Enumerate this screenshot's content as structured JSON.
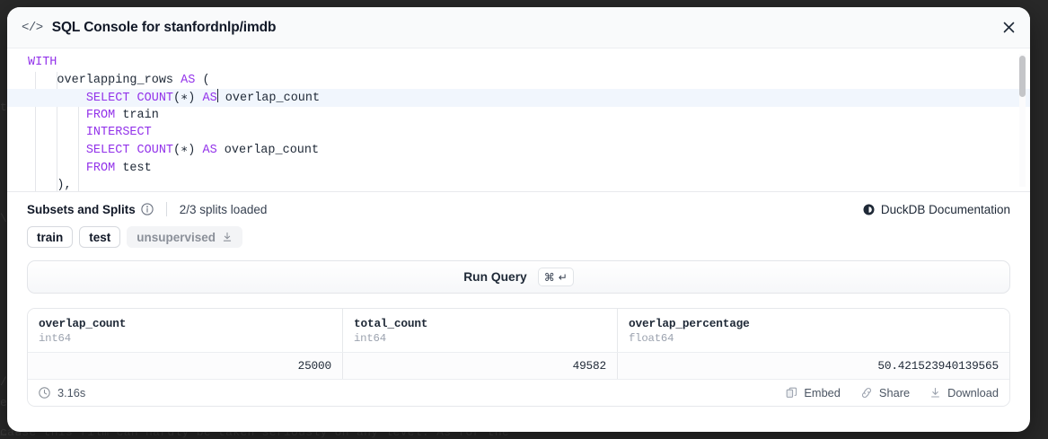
{
  "backdrop": {
    "lines": [
      "t",
      "\\",
      "/|",
      "e",
      "cause this film can hardly be taken seriously on any level. As for the",
      "…  •"
    ]
  },
  "dialog": {
    "icon": "code-brackets-icon",
    "title": "SQL Console for stanfordnlp/imdb",
    "close_label": "×"
  },
  "editor": {
    "lines": [
      {
        "active": false,
        "indent": 0,
        "tokens": [
          {
            "t": "WITH",
            "k": "kw"
          }
        ]
      },
      {
        "active": false,
        "indent": 1,
        "tokens": [
          {
            "t": "overlapping_rows ",
            "k": "plain"
          },
          {
            "t": "AS",
            "k": "kw"
          },
          {
            "t": " (",
            "k": "plain"
          }
        ]
      },
      {
        "active": true,
        "indent": 2,
        "tokens": [
          {
            "t": "SELECT COUNT",
            "k": "kw"
          },
          {
            "t": "(∗)",
            "k": "plain"
          },
          {
            "t": " AS",
            "k": "kw"
          },
          {
            "t": "|",
            "k": "caret"
          },
          {
            "t": " overlap_count",
            "k": "plain"
          }
        ]
      },
      {
        "active": false,
        "indent": 2,
        "tokens": [
          {
            "t": "FROM",
            "k": "kw"
          },
          {
            "t": " train",
            "k": "plain"
          }
        ]
      },
      {
        "active": false,
        "indent": 2,
        "tokens": [
          {
            "t": "INTERSECT",
            "k": "kw"
          }
        ]
      },
      {
        "active": false,
        "indent": 2,
        "tokens": [
          {
            "t": "SELECT COUNT",
            "k": "kw"
          },
          {
            "t": "(∗)",
            "k": "plain"
          },
          {
            "t": " AS",
            "k": "kw"
          },
          {
            "t": " overlap_count",
            "k": "plain"
          }
        ]
      },
      {
        "active": false,
        "indent": 2,
        "tokens": [
          {
            "t": "FROM",
            "k": "kw"
          },
          {
            "t": " test",
            "k": "plain"
          }
        ]
      },
      {
        "active": false,
        "indent": 1,
        "tokens": [
          {
            "t": "),",
            "k": "plain"
          }
        ]
      }
    ],
    "keyword_color": "#9333ea",
    "active_line_color": "#f1f6fd"
  },
  "subsets": {
    "title": "Subsets and Splits",
    "info_icon": "info-icon",
    "status": "2/3 splits loaded",
    "duckdb_link": "DuckDB Documentation",
    "chips": [
      {
        "label": "train",
        "state": "selected",
        "has_download": false
      },
      {
        "label": "test",
        "state": "selected",
        "has_download": false
      },
      {
        "label": "unsupervised",
        "state": "muted",
        "has_download": true
      }
    ]
  },
  "run": {
    "label": "Run Query",
    "shortcut_cmd": "⌘",
    "shortcut_enter": "↵"
  },
  "results": {
    "columns": [
      {
        "name": "overlap_count",
        "type": "int64"
      },
      {
        "name": "total_count",
        "type": "int64"
      },
      {
        "name": "overlap_percentage",
        "type": "float64"
      }
    ],
    "rows": [
      [
        "25000",
        "49582",
        "50.421523940139565"
      ]
    ],
    "footer": {
      "duration": "3.16s",
      "actions": [
        {
          "label": "Embed",
          "icon": "copy-icon"
        },
        {
          "label": "Share",
          "icon": "link-icon"
        },
        {
          "label": "Download",
          "icon": "download-icon"
        }
      ]
    }
  }
}
